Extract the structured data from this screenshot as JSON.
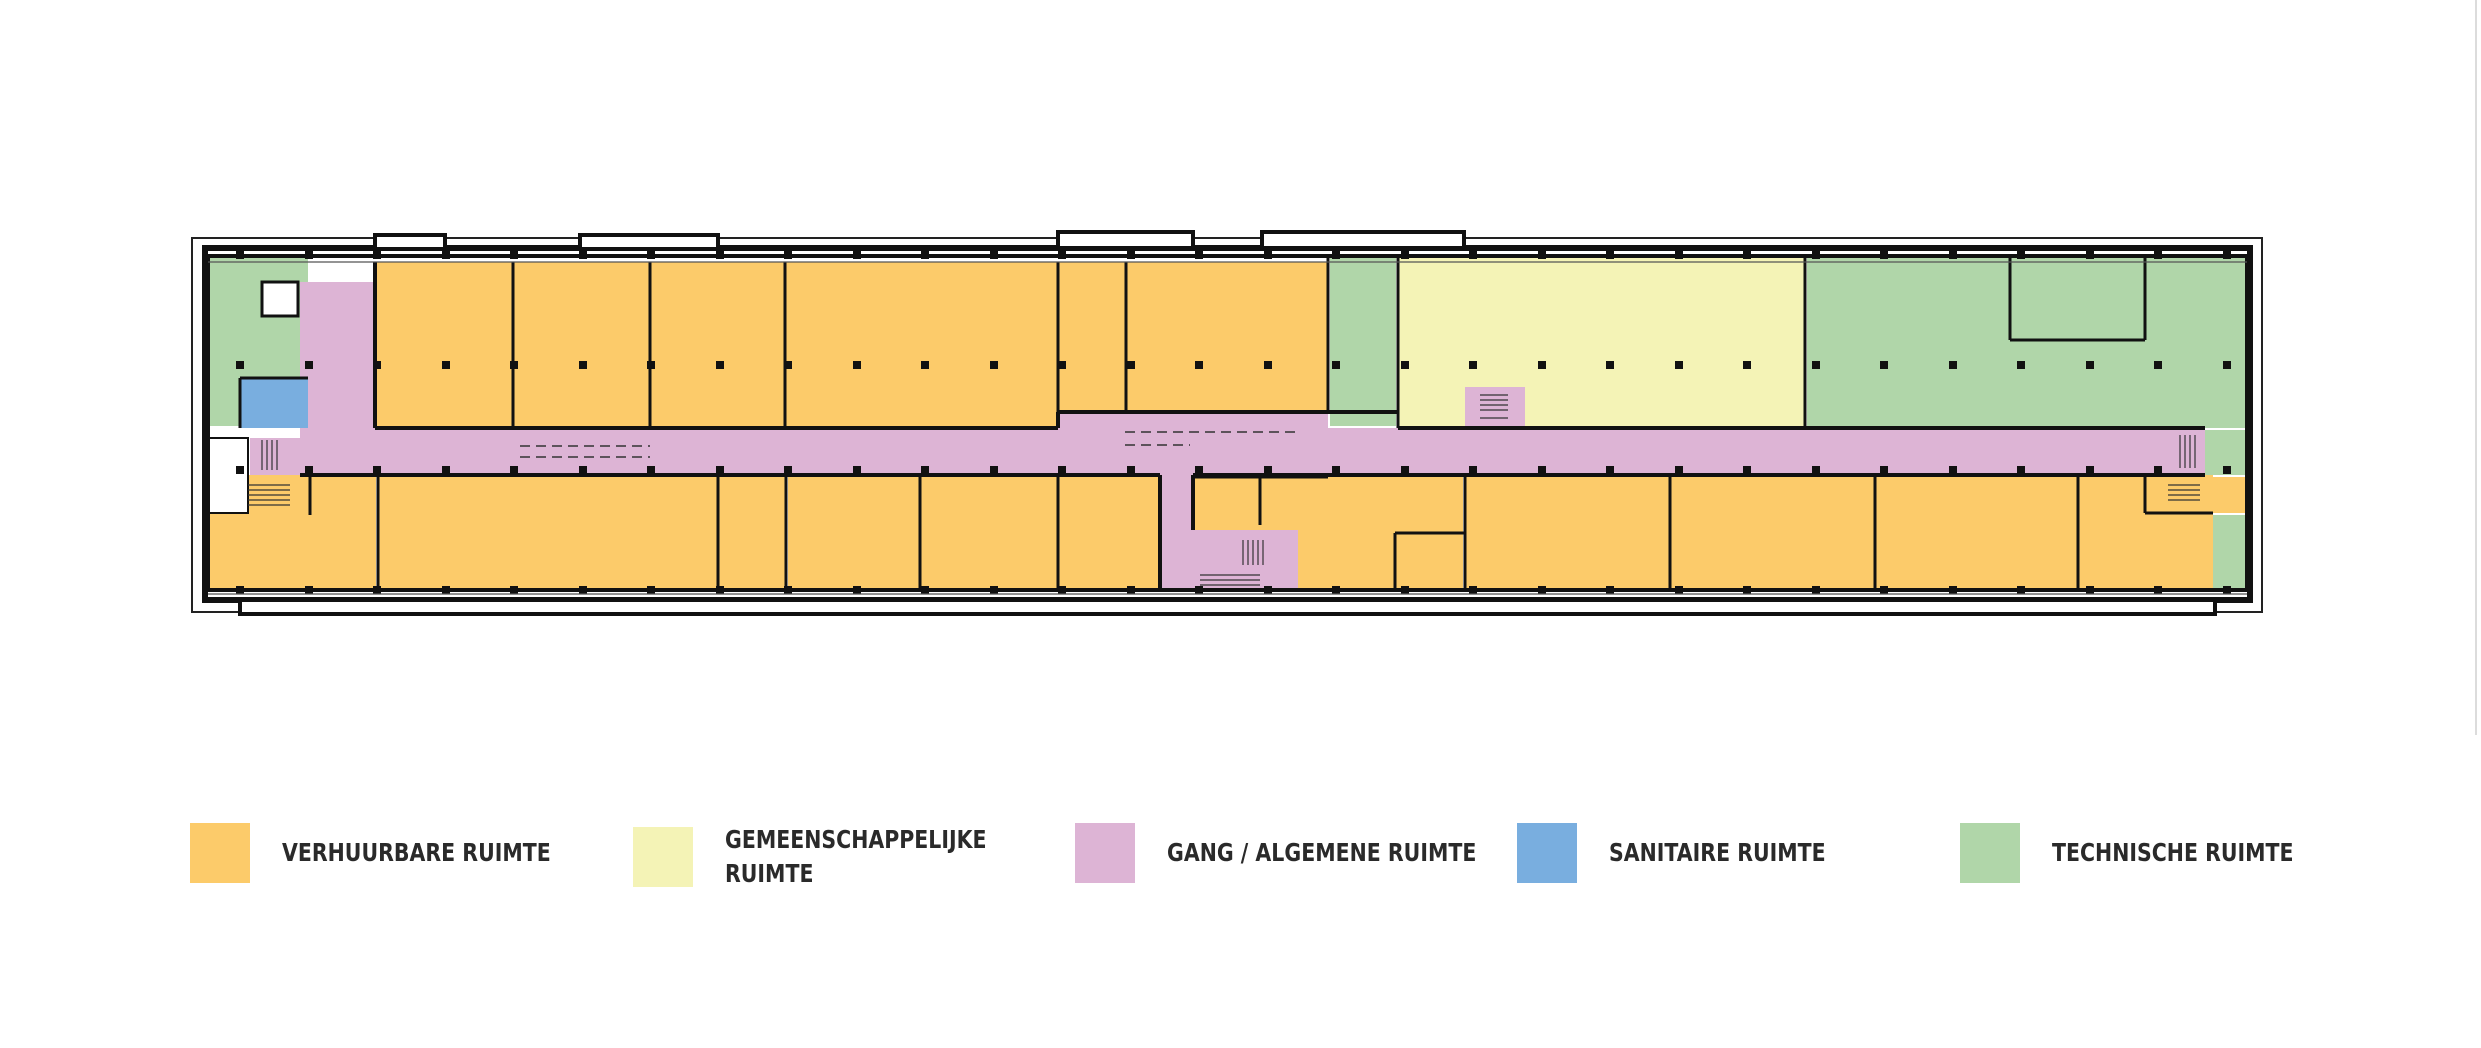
{
  "colors": {
    "verhuurbaar": "#FCCB6A",
    "gemeenschappelijk": "#F4F3B6",
    "gang": "#DDB4D5",
    "sanitair": "#79AEDF",
    "technisch": "#B0D6A9",
    "wall": "#111111"
  },
  "legend": [
    {
      "key": "verhuurbaar",
      "lines": [
        "VERHUURBARE RUIMTE"
      ]
    },
    {
      "key": "gemeenschappelijk",
      "lines": [
        "GEMEENSCHAPPELIJKE",
        "RUIMTE"
      ]
    },
    {
      "key": "gang",
      "lines": [
        "GANG / ALGEMENE RUIMTE"
      ]
    },
    {
      "key": "sanitair",
      "lines": [
        "SANITAIRE RUIMTE"
      ]
    },
    {
      "key": "technisch",
      "lines": [
        "TECHNISCHE RUIMTE"
      ]
    }
  ]
}
